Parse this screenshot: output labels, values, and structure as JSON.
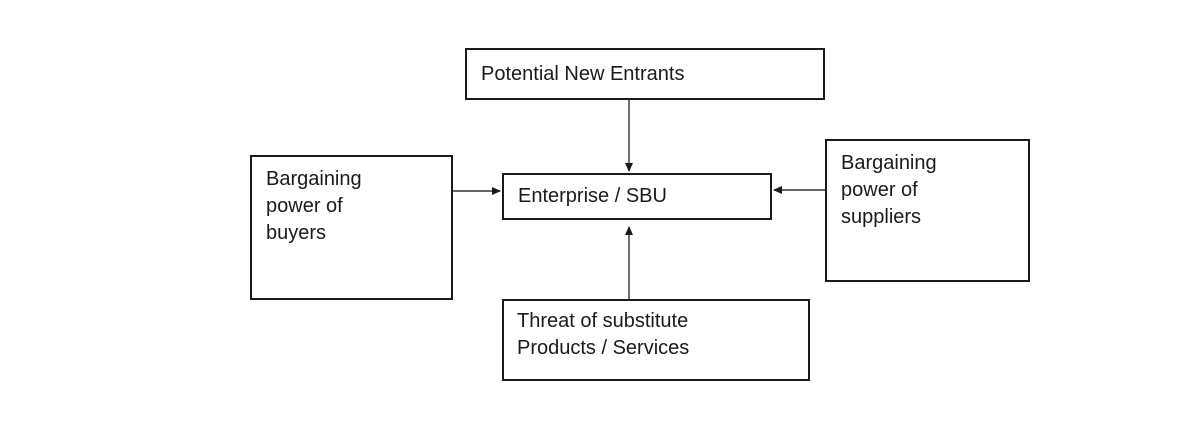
{
  "diagram": {
    "colors": {
      "background": "#ffffff",
      "box_border": "#1a1a1a",
      "text": "#1a1a1a",
      "arrow": "#333333"
    },
    "boxes": {
      "new_entrants": {
        "label": "Potential New Entrants",
        "lines": [
          "Potential New Entrants"
        ]
      },
      "enterprise": {
        "label": "Enterprise / SBU",
        "lines": [
          "Enterprise / SBU"
        ]
      },
      "buyers": {
        "label": "Bargaining power of buyers",
        "lines": [
          "Bargaining",
          "power of",
          "buyers"
        ]
      },
      "suppliers": {
        "label": "Bargaining power of suppliers",
        "lines": [
          "Bargaining",
          "power of",
          "suppliers"
        ]
      },
      "substitutes": {
        "label": "Threat of substitute Products / Services",
        "lines": [
          "Threat of substitute",
          "Products / Services"
        ]
      }
    },
    "arrows": [
      {
        "name": "new-entrants-to-enterprise",
        "direction": "down"
      },
      {
        "name": "buyers-to-enterprise",
        "direction": "right"
      },
      {
        "name": "suppliers-to-enterprise",
        "direction": "left"
      },
      {
        "name": "substitutes-to-enterprise",
        "direction": "up"
      }
    ]
  }
}
